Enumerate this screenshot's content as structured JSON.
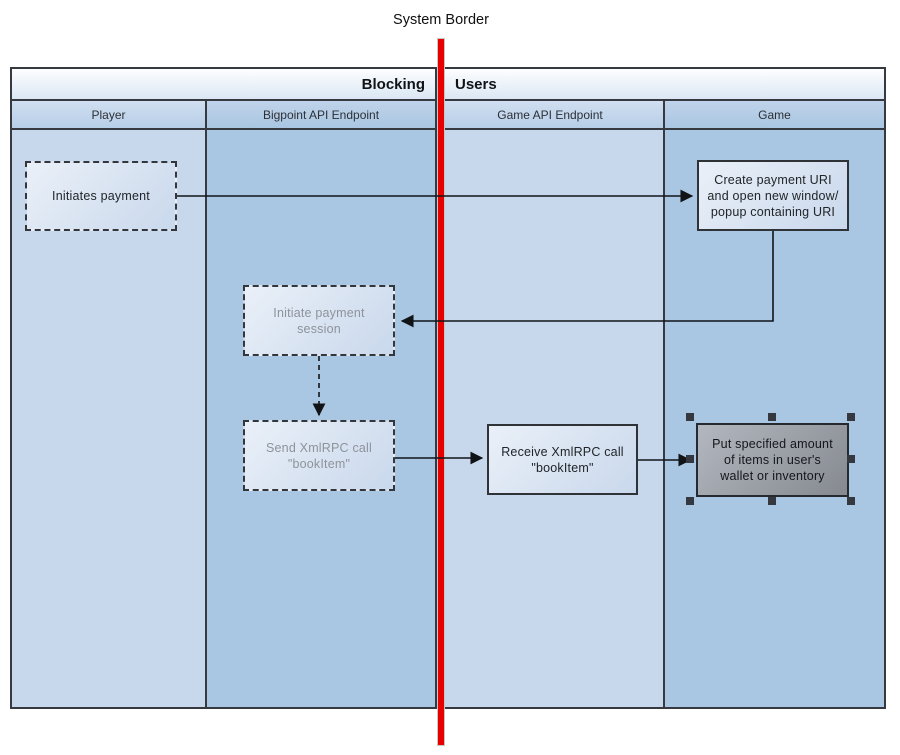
{
  "diagram": {
    "system_border_label": "System Border",
    "header": {
      "left_title": "Blocking",
      "right_title": "Users"
    },
    "lanes": [
      {
        "label": "Player"
      },
      {
        "label": "Bigpoint API Endpoint"
      },
      {
        "label": "Game API Endpoint"
      },
      {
        "label": "Game"
      }
    ],
    "nodes": {
      "initiates_payment": {
        "label": "Initiates payment",
        "border": "dashed",
        "selected": false
      },
      "create_payment_uri": {
        "label": "Create payment URI\nand open new window/\npopup containing URI",
        "border": "solid",
        "selected": false
      },
      "initiate_payment_session": {
        "label": "Initiate payment\nsession",
        "border": "dashed",
        "selected": false
      },
      "send_bookitem": {
        "label": "Send XmlRPC call\n\"bookItem\"",
        "border": "dashed",
        "selected": false
      },
      "receive_bookitem": {
        "label": "Receive XmlRPC call\n\"bookItem\"",
        "border": "solid",
        "selected": false
      },
      "put_items": {
        "label": "Put specified amount\nof items in user's\nwallet or inventory",
        "border": "solid",
        "selected": true
      }
    },
    "edges": [
      {
        "from": "initiates_payment",
        "to": "create_payment_uri",
        "style": "solid"
      },
      {
        "from": "create_payment_uri",
        "to": "initiate_payment_session",
        "style": "solid"
      },
      {
        "from": "initiate_payment_session",
        "to": "send_bookitem",
        "style": "dashed"
      },
      {
        "from": "send_bookitem",
        "to": "receive_bookitem",
        "style": "solid"
      },
      {
        "from": "receive_bookitem",
        "to": "put_items",
        "style": "solid"
      }
    ],
    "colors": {
      "system_border": "#e80000",
      "lane_light": "#c7d8ec",
      "lane_dark": "#a9c6e2",
      "node_fill": "#d7e2f2",
      "node_fill_selected": "#9da1a9",
      "frame_border": "#363a40"
    }
  }
}
